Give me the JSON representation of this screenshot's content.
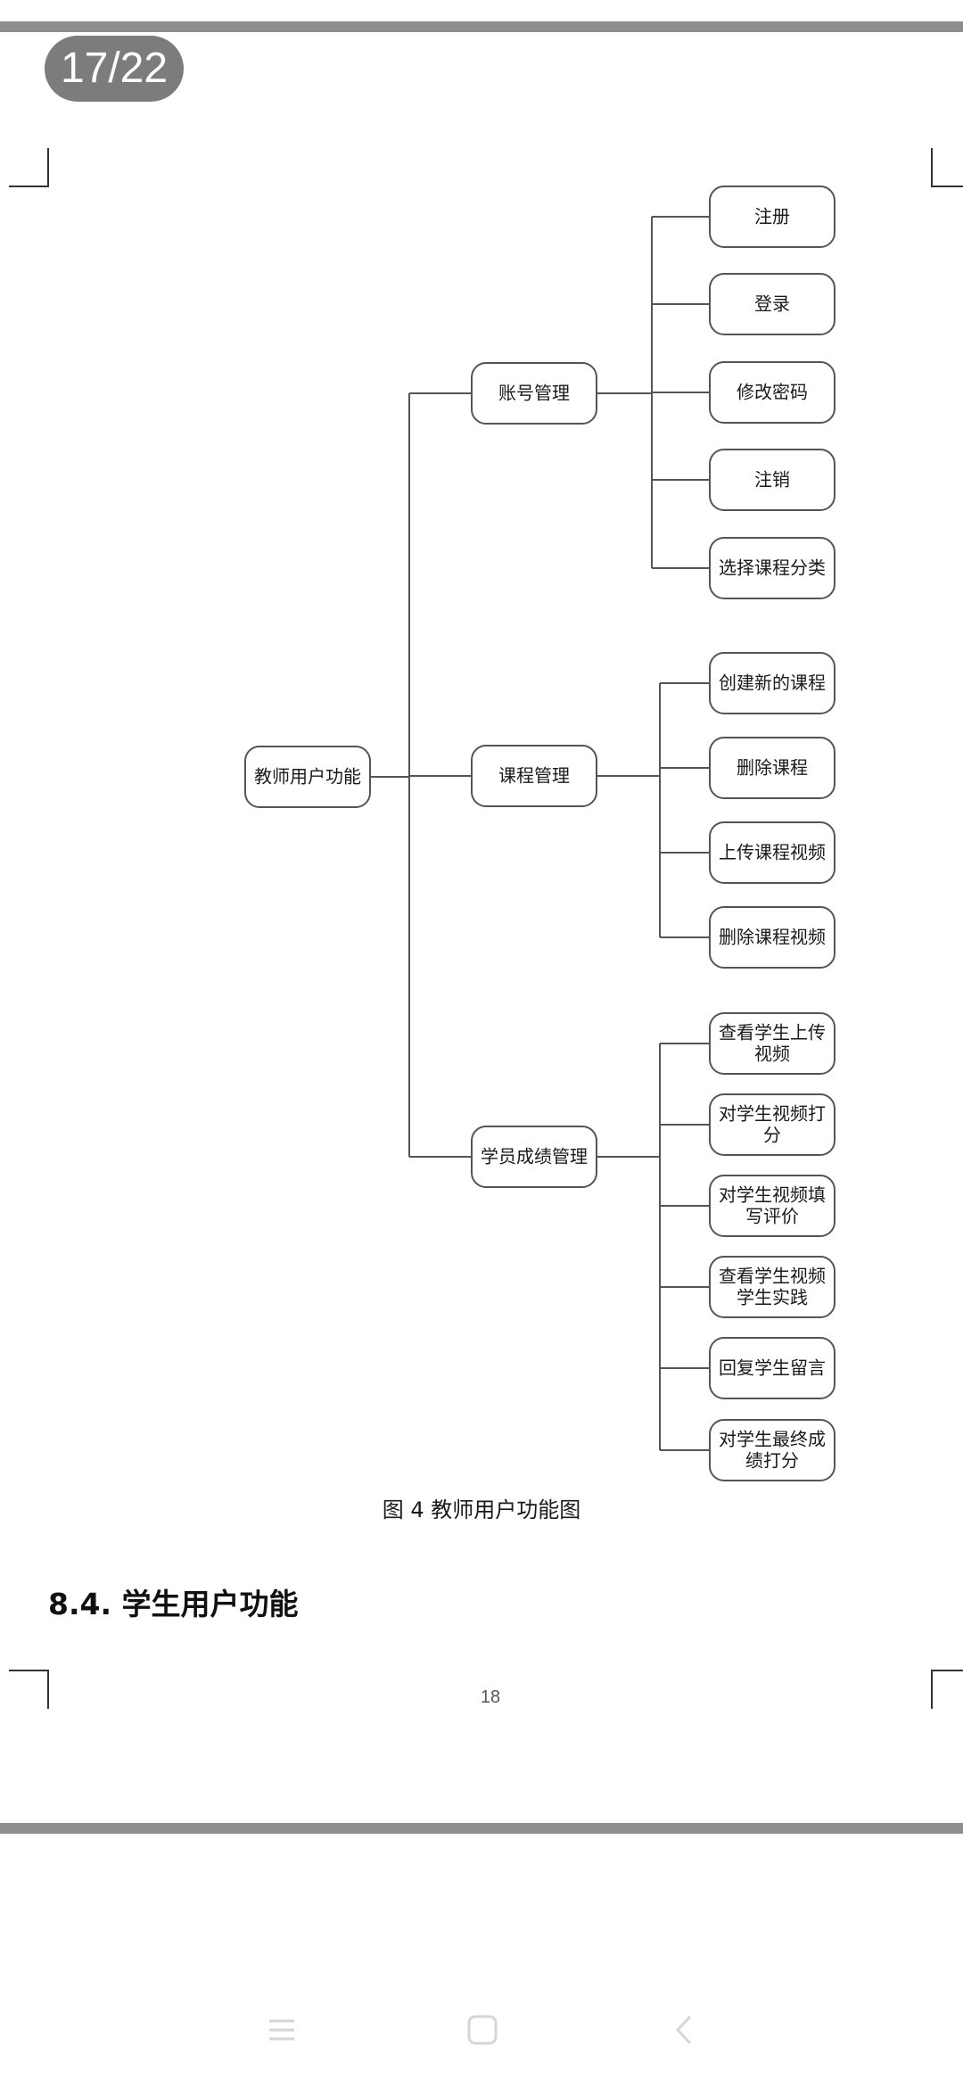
{
  "viewer": {
    "page_indicator": "17/22"
  },
  "document": {
    "diagram": {
      "root": "教师用户功能",
      "branches": [
        {
          "label": "账号管理",
          "children": [
            "注册",
            "登录",
            "修改密码",
            "注销",
            "选择课程分类"
          ]
        },
        {
          "label": "课程管理",
          "children": [
            "创建新的课程",
            "删除课程",
            "上传课程视频",
            "删除课程视频"
          ]
        },
        {
          "label": "学员成绩管理",
          "children": [
            [
              "查看学生上传",
              "视频"
            ],
            [
              "对学生视频打",
              "分"
            ],
            [
              "对学生视频填",
              "写评价"
            ],
            [
              "查看学生视频",
              "学生实践"
            ],
            [
              "回复学生留言"
            ],
            [
              "对学生最终成",
              "绩打分"
            ]
          ]
        }
      ]
    },
    "caption": "图 4 教师用户功能图",
    "section_heading": "8.4. 学生用户功能",
    "page_number": "18"
  },
  "navbar": {
    "icons": [
      "menu-icon",
      "home-square-icon",
      "back-chevron-icon"
    ]
  }
}
